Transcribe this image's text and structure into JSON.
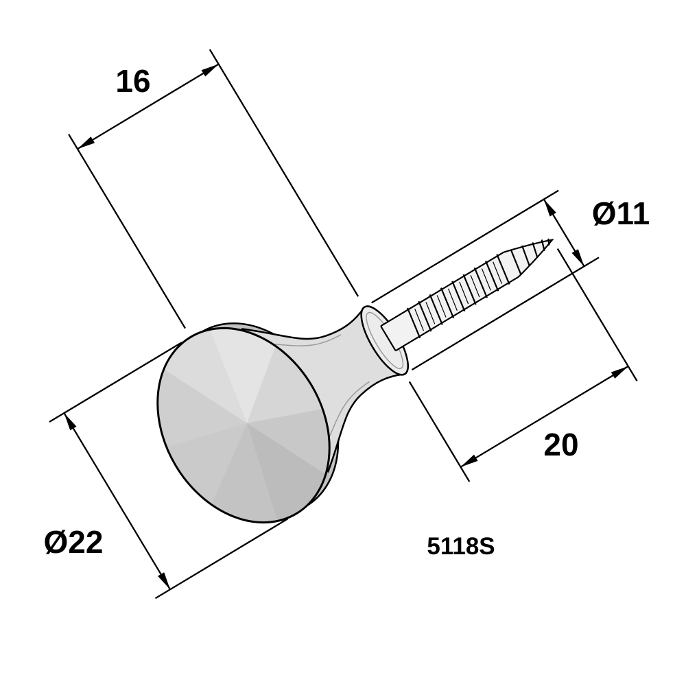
{
  "drawing": {
    "part_number": "5118S",
    "dimensions": {
      "knob_depth": "16",
      "collar_diameter": "Ø11",
      "screw_length": "20",
      "face_diameter": "Ø22"
    },
    "colors": {
      "line": "#000000",
      "background": "#ffffff",
      "metal_light": "#f2f2f2",
      "metal_mid": "#d2d2d2",
      "metal_dark": "#bdbdbd"
    }
  }
}
